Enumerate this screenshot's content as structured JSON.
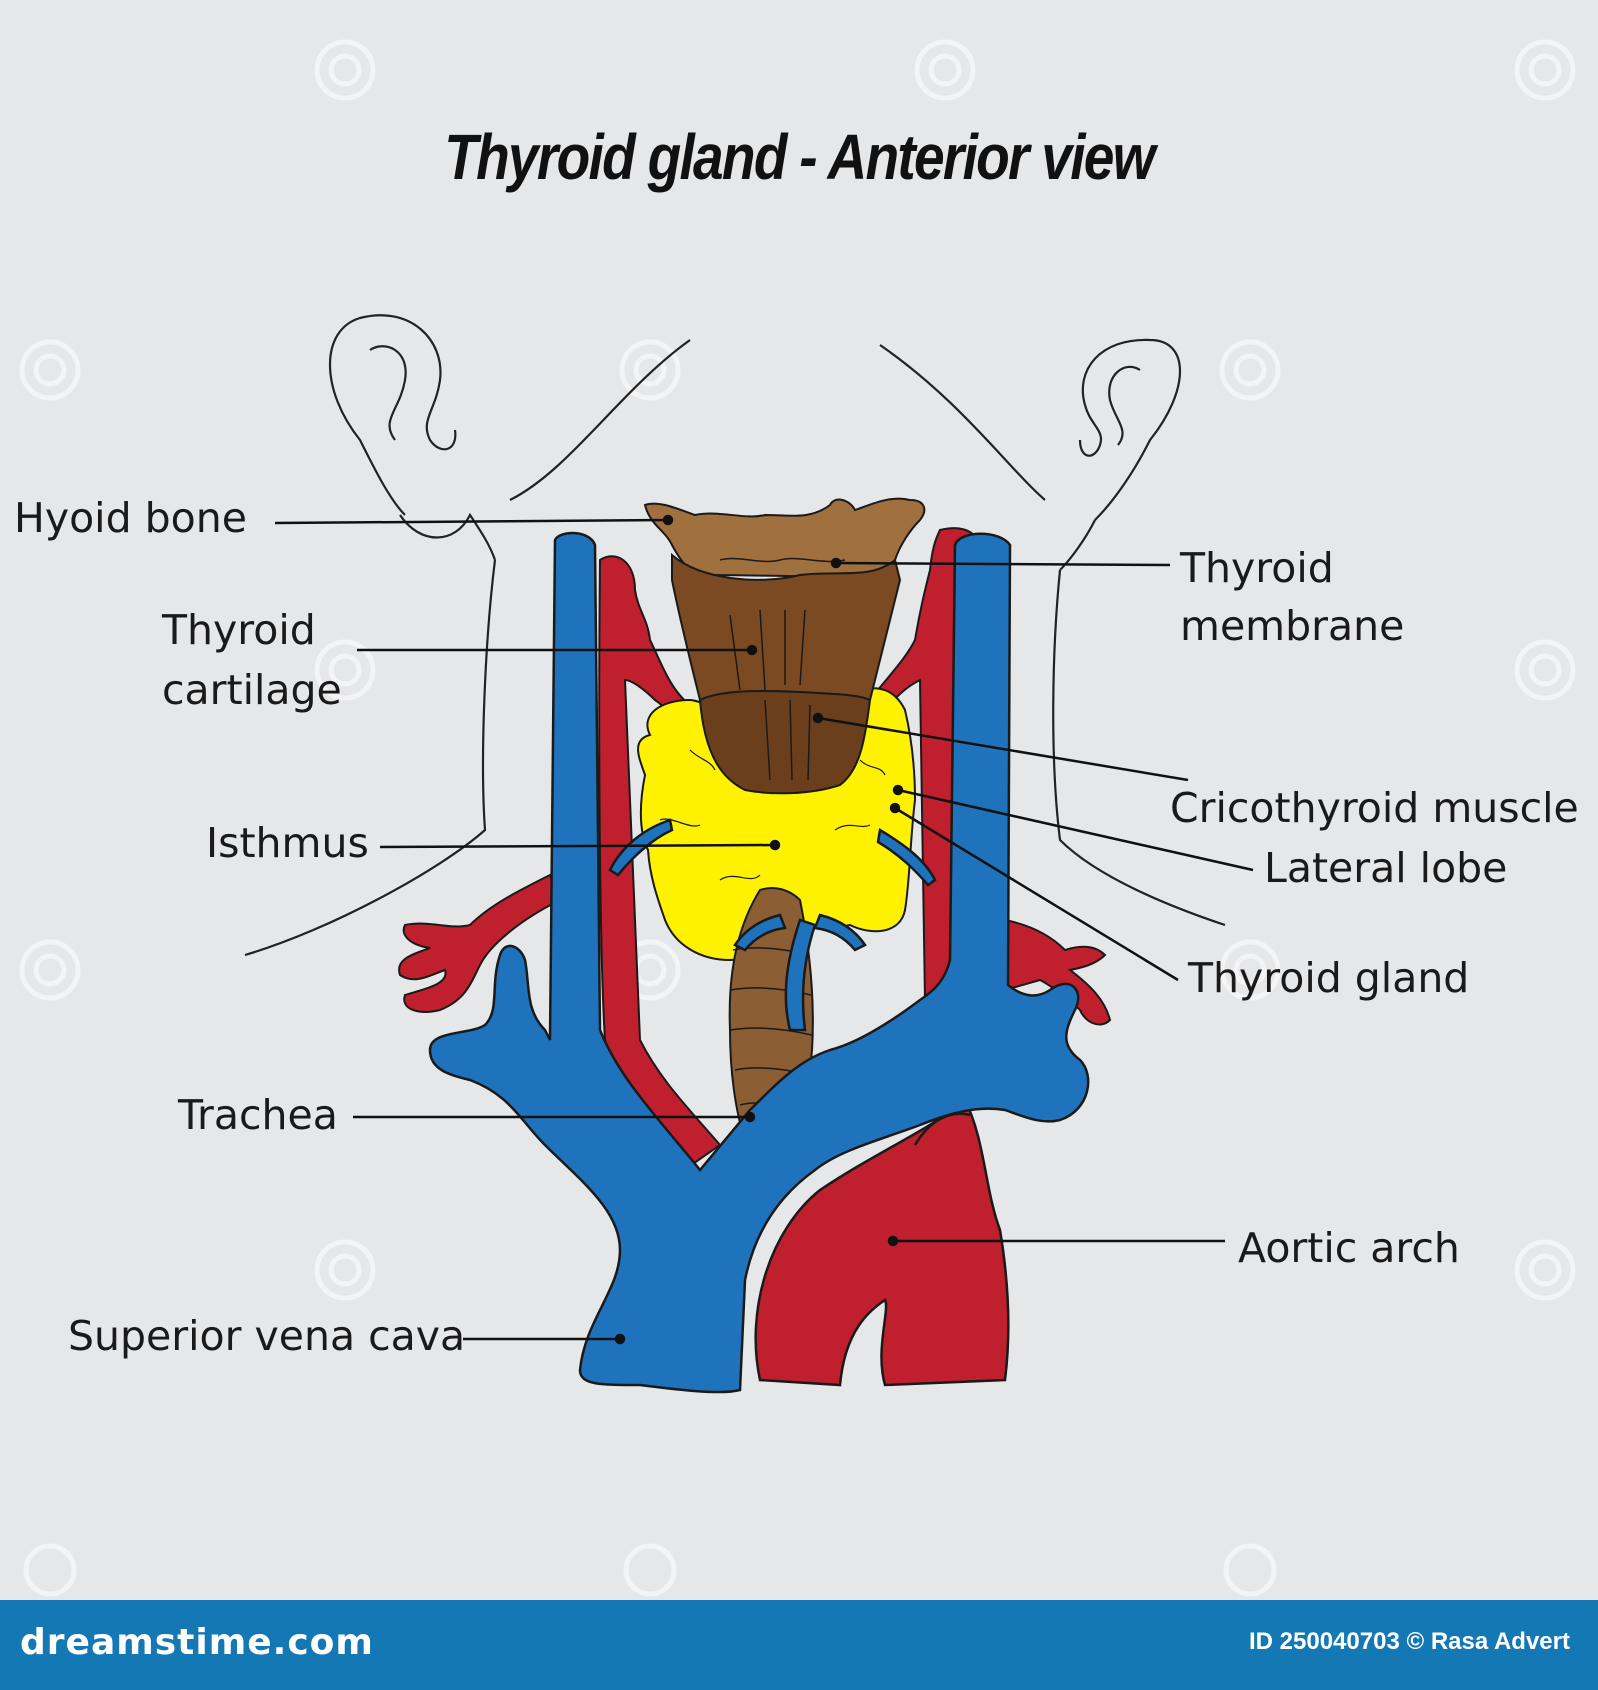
{
  "title": "Thyroid gland - Anterior view",
  "labels": {
    "hyoid_bone": "Hyoid bone",
    "thyroid_cartilage_1": "Thyroid",
    "thyroid_cartilage_2": "cartilage",
    "isthmus": "Isthmus",
    "trachea": "Trachea",
    "superior_vena_cava": "Superior vena cava",
    "thyroid_membrane_1": "Thyroid",
    "thyroid_membrane_2": "membrane",
    "cricothyroid_muscle": "Cricothyroid muscle",
    "lateral_lobe": "Lateral lobe",
    "thyroid_gland": "Thyroid gland",
    "aortic_arch": "Aortic arch"
  },
  "footer": {
    "brand": "dreamstime.com",
    "credit": "ID 250040703 © Rasa Advert"
  },
  "colors": {
    "background": "#e6e7e9",
    "vein": "#1f73bd",
    "artery": "#c01f2e",
    "gland": "#fff200",
    "cartilage": "#7b4a22",
    "footer": "#1478b4"
  }
}
